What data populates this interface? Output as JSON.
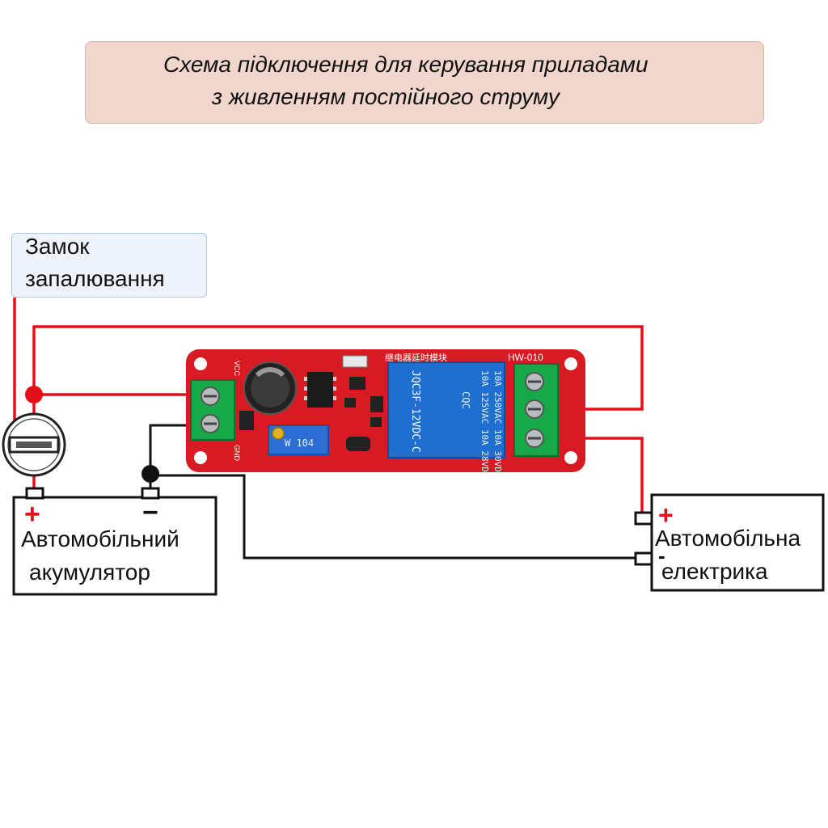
{
  "title": {
    "line1": "Схема підключення для керування приладами",
    "line2": "з живленням постійного струму"
  },
  "ignition": {
    "line1": "Замок",
    "line2": "запалювання"
  },
  "battery": {
    "plus": "+",
    "minus": "−",
    "line1": "Автомобільний",
    "line2": "акумулятор"
  },
  "load": {
    "plus": "+",
    "minus": "-",
    "line1": "Автомобільна",
    "line2": "електрика"
  },
  "board": {
    "model": "HW-010",
    "relay_line1": "10A 250VAC 10A 30VDC",
    "relay_line2": "10A 125VAC 10A 28VDC",
    "relay_model": "JQC3F-12VDC-C",
    "relay_mark": "CQC",
    "pot_label": "W 104",
    "vcc_label": "VCC",
    "gnd_label": "GND",
    "top_text": "继电器延时模块"
  },
  "colors": {
    "wire_red": "#e3101c",
    "wire_black": "#111111",
    "pcb": "#d81a22",
    "relay": "#1f6fd0",
    "terminal": "#17a84a"
  }
}
